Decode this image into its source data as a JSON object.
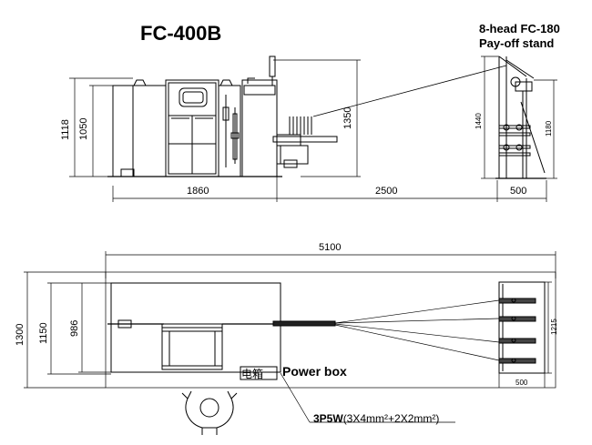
{
  "title": "FC-400B",
  "payoff": {
    "line1": "8-head FC-180",
    "line2": "Pay-off stand"
  },
  "elevation_dims": {
    "h1118": "1118",
    "h1050": "1050",
    "h1350": "1350",
    "h1440": "1440",
    "h1180": "1180",
    "w1860": "1860",
    "w2500": "2500",
    "w500": "500"
  },
  "plan_dims": {
    "w5100": "5100",
    "h1300": "1300",
    "h1150": "1150",
    "h986": "986",
    "h1215": "1215",
    "w500": "500"
  },
  "power_box_label": "Power box",
  "power_box_chars": "电箱",
  "cable": {
    "main": "3P5W",
    "spec": "(3X4mm²+2X2mm²)"
  }
}
